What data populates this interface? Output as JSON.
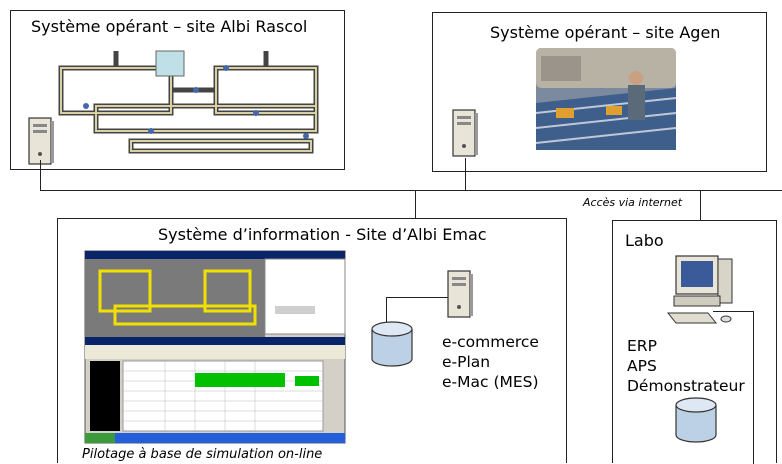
{
  "boxes": {
    "albi_rascol": {
      "title": "Système opérant – site Albi Rascol"
    },
    "agen": {
      "title": "Système opérant – site Agen"
    },
    "info": {
      "title": "Système d’information - Site d’Albi Emac"
    },
    "labo": {
      "title": "Labo"
    }
  },
  "internet_label": "Accès via internet",
  "info_services": [
    "e-commerce",
    "e-Plan",
    "e-Mac (MES)"
  ],
  "labo_tools": [
    "ERP",
    "APS",
    "Démonstrateur"
  ],
  "caption": "Pilotage à base de simulation on-line",
  "icons": [
    "server-icon",
    "database-icon",
    "desktop-computer-icon",
    "conveyor-layout-image",
    "factory-photo",
    "simulation-screenshot"
  ]
}
